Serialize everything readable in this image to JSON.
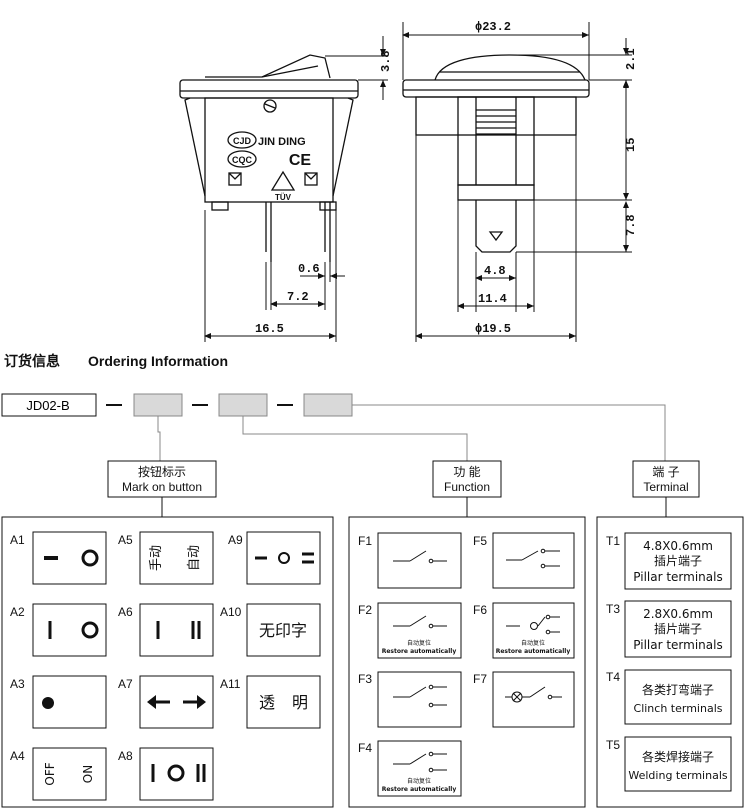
{
  "drawing": {
    "dims": {
      "height_38": "3.8",
      "dia_232": "ϕ23.2",
      "d_21": "2.1",
      "d_15": "15",
      "d_78": "7.8",
      "d_06": "0.6",
      "d_72": "7.2",
      "d_165": "16.5",
      "d_48": "4.8",
      "d_114": "11.4",
      "dia_195": "ϕ19.5"
    },
    "marks": {
      "brand": "JIN DING",
      "logo_cjd": "CJD",
      "logo_cqc": "CQC",
      "logo_ce": "CE",
      "logo_tuv": "TÜV"
    }
  },
  "ordering": {
    "title_cn": "订货信息",
    "title_en": "Ordering Information",
    "model": "JD02-B",
    "categories": [
      {
        "cn": "按钮标示",
        "en": "Mark on button"
      },
      {
        "cn": "功 能",
        "en": "Function"
      },
      {
        "cn": "端 子",
        "en": "Terminal"
      }
    ]
  },
  "marks": {
    "A1": "A1",
    "A2": "A2",
    "A3": "A3",
    "A4": "A4",
    "A5": "A5",
    "A6": "A6",
    "A7": "A7",
    "A8": "A8",
    "A9": "A9",
    "A10": "A10",
    "A11": "A11",
    "a4_off": "OFF",
    "a4_on": "ON",
    "a5_left": "手动",
    "a5_right": "自动",
    "a10_text": "无印字",
    "a11_left": "透",
    "a11_right": "明",
    "a8_text": "I O II",
    "a9_text": "– o ="
  },
  "functions": {
    "F1": "F1",
    "F2": "F2",
    "F3": "F3",
    "F4": "F4",
    "F5": "F5",
    "F6": "F6",
    "F7": "F7",
    "restore_cn": "自动复位",
    "restore_en": "Restore automatically"
  },
  "terminals": {
    "T1": "T1",
    "T3": "T3",
    "T4": "T4",
    "T5": "T5",
    "t1_size": "4.8X0.6mm",
    "t1_cn": "插片端子",
    "t1_en": "Pillar terminals",
    "t3_size": "2.8X0.6mm",
    "t3_cn": "插片端子",
    "t3_en": "Pillar terminals",
    "t4_cn": "各类打弯端子",
    "t4_en": "Clinch terminals",
    "t5_cn": "各类焊接端子",
    "t5_en": "Welding terminals"
  }
}
